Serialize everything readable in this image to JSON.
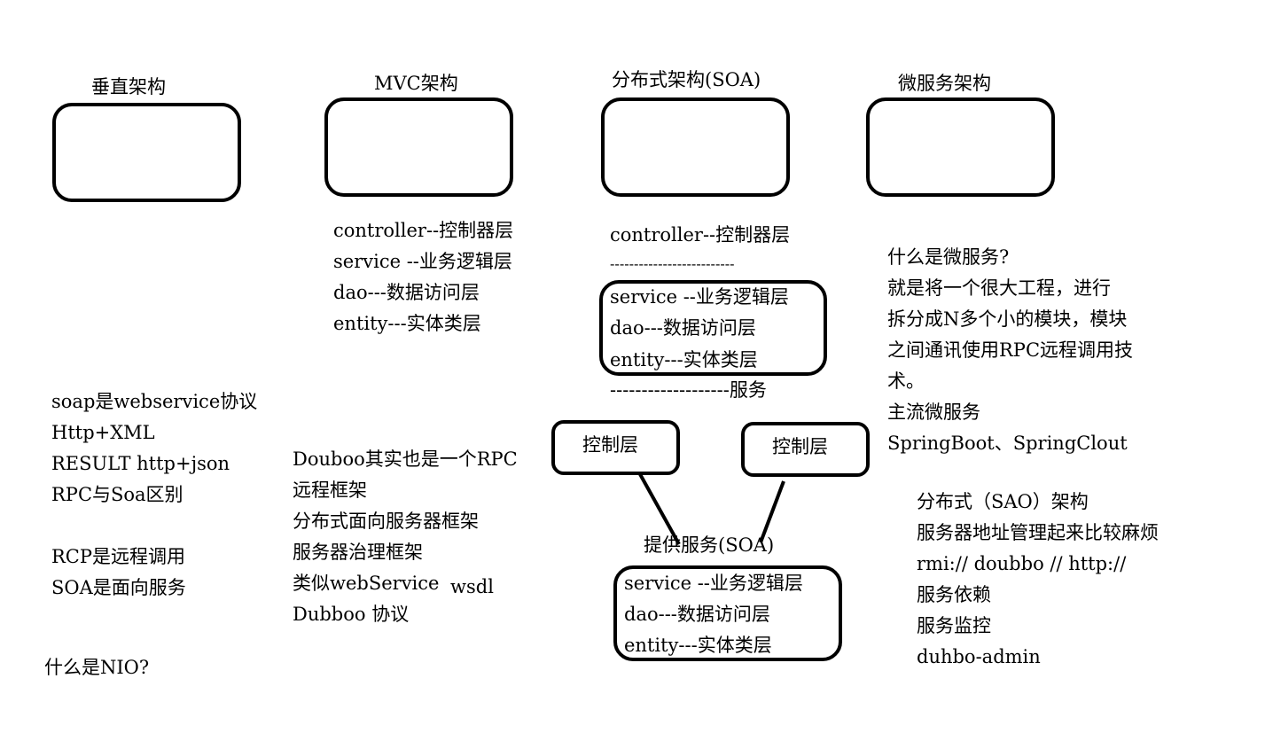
{
  "columns": {
    "vertical": {
      "title": "垂直架构"
    },
    "mvc": {
      "title": "MVC架构",
      "layers": [
        "controller--控制器层",
        "service --业务逻辑层",
        "dao---数据访问层",
        "entity---实体类层"
      ]
    },
    "soa": {
      "title": "分布式架构(SOA)",
      "controller": "controller--控制器层",
      "separator": "--------------------------",
      "service_layers": [
        "service --业务逻辑层",
        "dao---数据访问层",
        "entity---实体类层"
      ],
      "service_label": "-------------------服务"
    },
    "micro": {
      "title": "微服务架构"
    }
  },
  "left_notes": {
    "lines": [
      "soap是webservice协议",
      "Http+XML",
      "RESULT http+json",
      "RPC与Soa区别"
    ],
    "lines2": [
      "RCP是远程调用",
      "SOA是面向服务"
    ],
    "nio": "什么是NIO?"
  },
  "dubbo_notes": {
    "lines": [
      "Douboo其实也是一个RPC",
      "远程框架",
      "分布式面向服务器框架",
      "服务器治理框架",
      "类似webService",
      "Dubboo 协议"
    ],
    "wsdl": "wsdl"
  },
  "controllers": {
    "left": "控制层",
    "right": "控制层"
  },
  "provider": {
    "title": "提供服务(SOA)",
    "layers": [
      "service --业务逻辑层",
      "dao---数据访问层",
      "entity---实体类层"
    ]
  },
  "micro_notes": {
    "lines": [
      "什么是微服务?",
      "就是将一个很大工程，进行",
      "拆分成N多个小的模块，模块",
      "之间通讯使用RPC远程调用技",
      "术。",
      "主流微服务",
      "SpringBoot、SpringClout"
    ]
  },
  "sao_notes": {
    "lines": [
      "分布式（SAO）架构",
      "服务器地址管理起来比较麻烦",
      "rmi:// doubbo // http://",
      "服务依赖",
      "服务监控",
      "duhbo-admin"
    ]
  }
}
